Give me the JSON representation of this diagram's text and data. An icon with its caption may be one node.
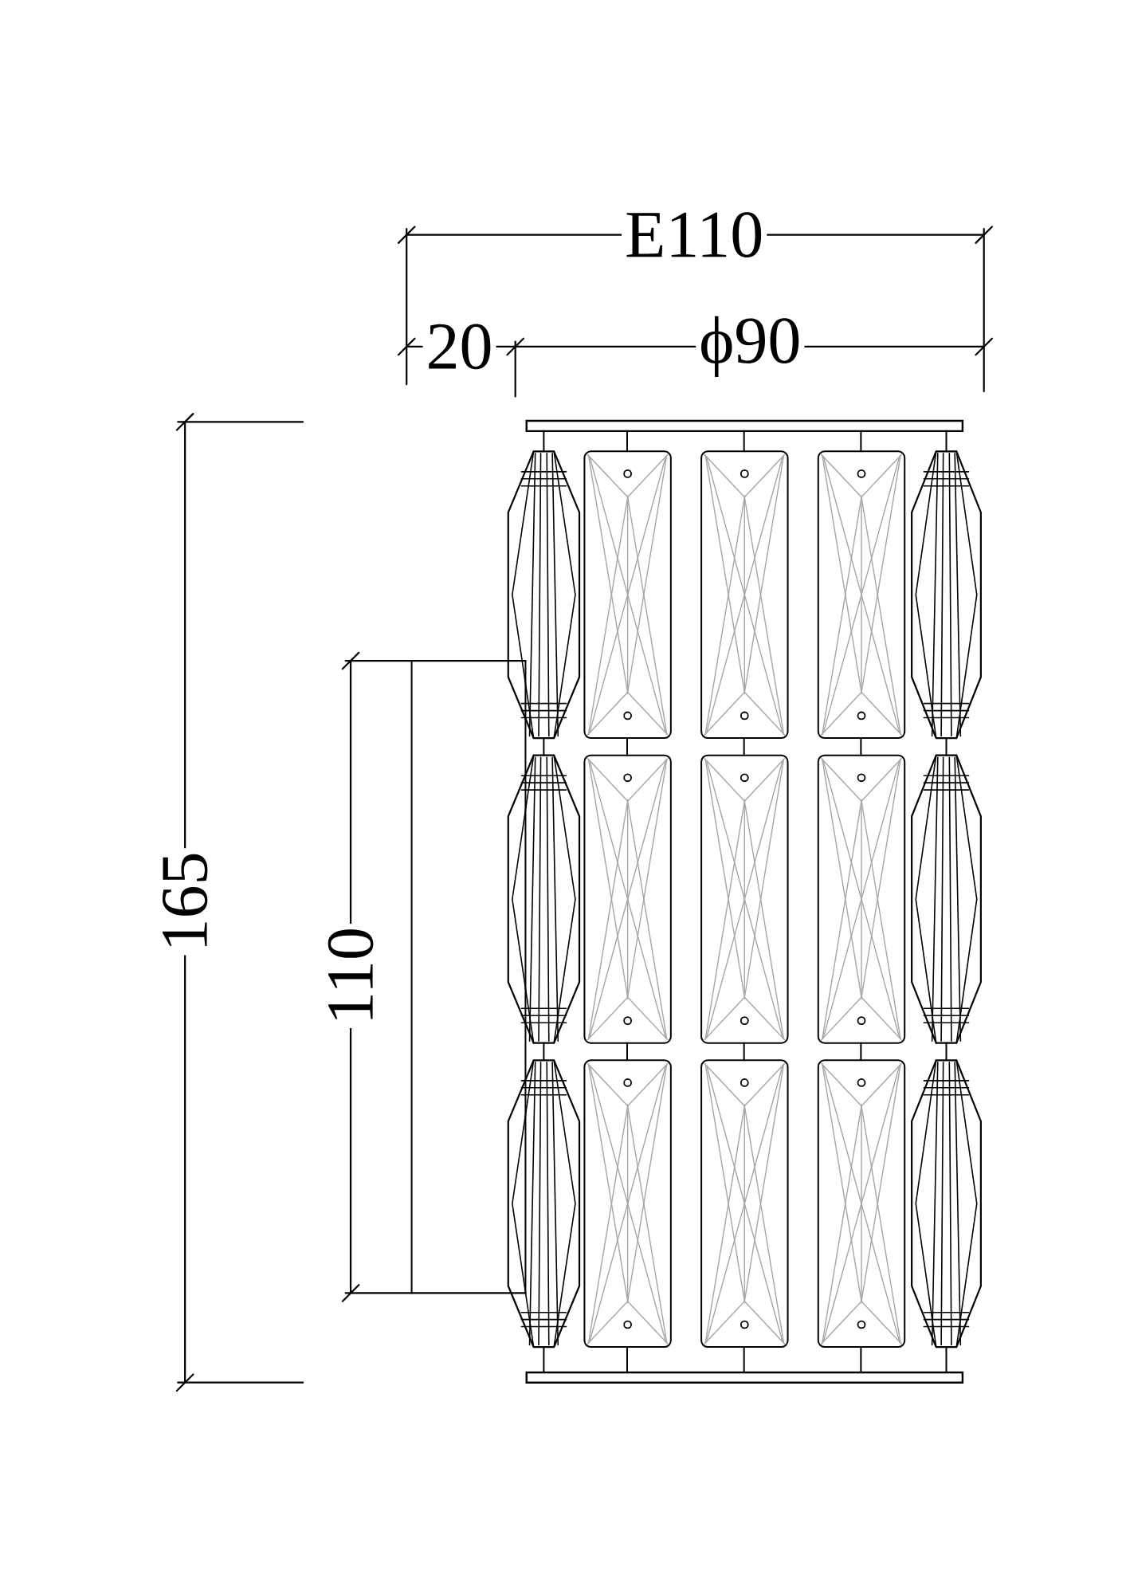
{
  "diagram": {
    "labels": [
      "E110",
      "20",
      "ϕ90",
      "165",
      "110"
    ]
  }
}
